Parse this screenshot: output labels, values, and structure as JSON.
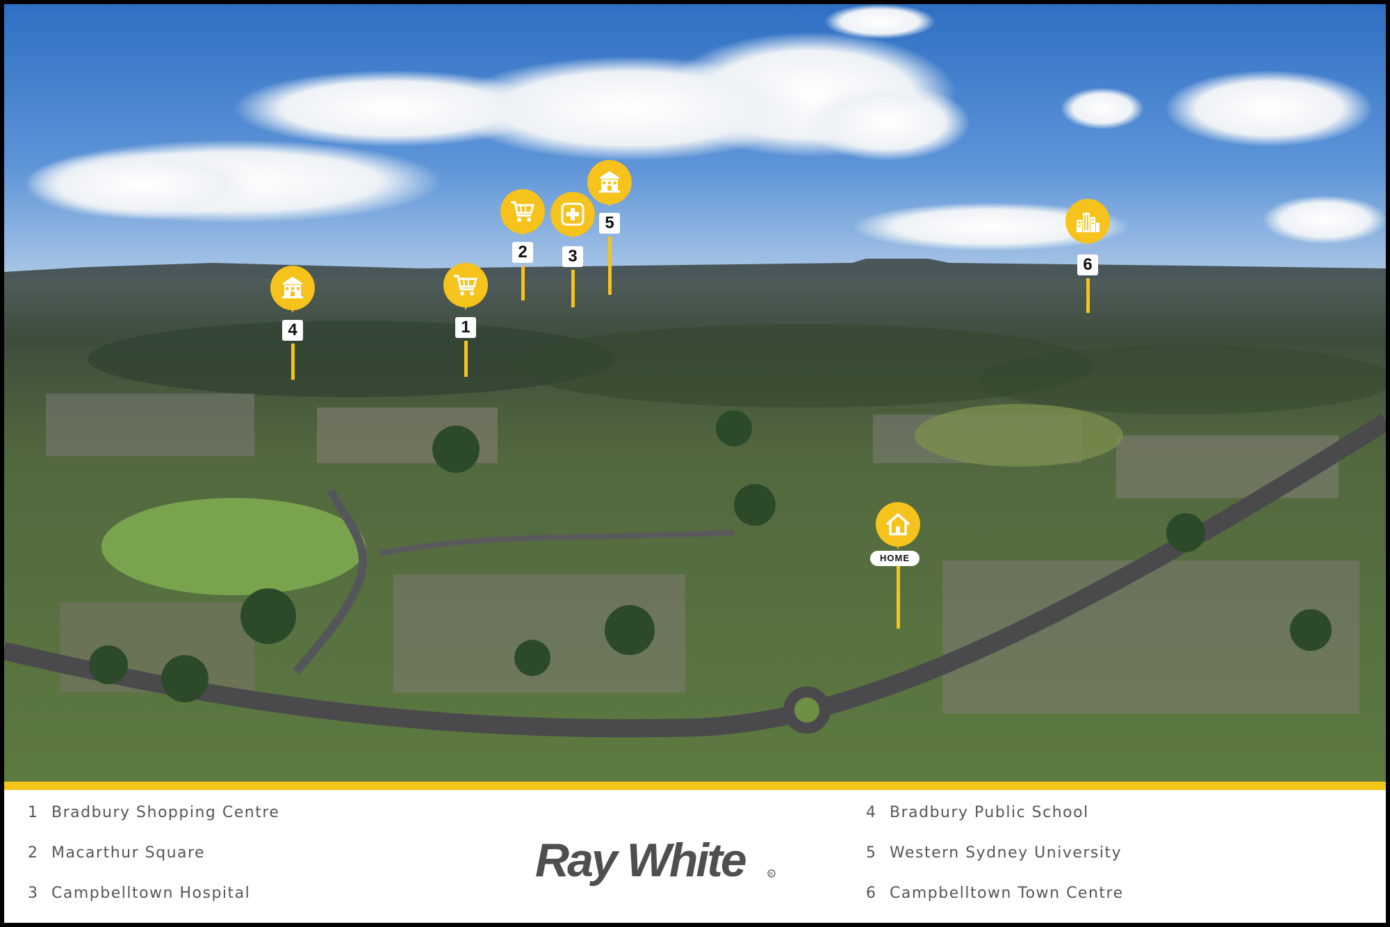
{
  "brand": {
    "name": "Ray White",
    "accent": "#f6c21c",
    "stripe": "#f5c51a"
  },
  "markers": [
    {
      "number": "1",
      "icon": "shopping-cart-icon"
    },
    {
      "number": "2",
      "icon": "shopping-cart-icon"
    },
    {
      "number": "3",
      "icon": "hospital-plus-icon"
    },
    {
      "number": "4",
      "icon": "school-building-icon"
    },
    {
      "number": "5",
      "icon": "school-building-icon"
    },
    {
      "number": "6",
      "icon": "city-buildings-icon"
    }
  ],
  "home": {
    "label": "HOME",
    "icon": "house-icon"
  },
  "legend": {
    "items": [
      {
        "num": "1",
        "text": "Bradbury Shopping Centre"
      },
      {
        "num": "2",
        "text": "Macarthur Square"
      },
      {
        "num": "3",
        "text": "Campbelltown Hospital"
      },
      {
        "num": "4",
        "text": "Bradbury Public School"
      },
      {
        "num": "5",
        "text": "Western Sydney University"
      },
      {
        "num": "6",
        "text": "Campbelltown Town Centre"
      }
    ]
  }
}
